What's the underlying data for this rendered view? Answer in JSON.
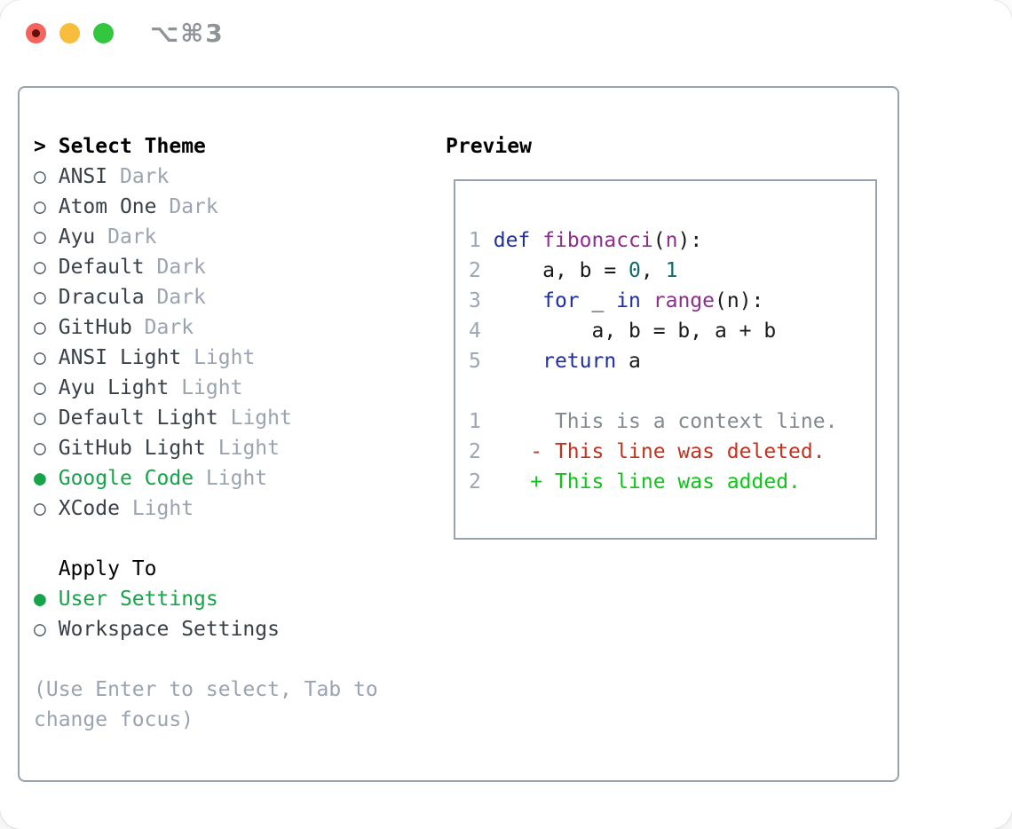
{
  "window": {
    "title": "⌥⌘3"
  },
  "glyphs": {
    "prompt": ">",
    "selected_bullet": "●",
    "unselected_bullet": "○"
  },
  "theme_list": {
    "header": "Select Theme",
    "items": [
      {
        "name": "ANSI",
        "variant": "Dark",
        "selected": false
      },
      {
        "name": "Atom One",
        "variant": "Dark",
        "selected": false
      },
      {
        "name": "Ayu",
        "variant": "Dark",
        "selected": false
      },
      {
        "name": "Default",
        "variant": "Dark",
        "selected": false
      },
      {
        "name": "Dracula",
        "variant": "Dark",
        "selected": false
      },
      {
        "name": "GitHub",
        "variant": "Dark",
        "selected": false
      },
      {
        "name": "ANSI Light",
        "variant": "Light",
        "selected": false
      },
      {
        "name": "Ayu Light",
        "variant": "Light",
        "selected": false
      },
      {
        "name": "Default Light",
        "variant": "Light",
        "selected": false
      },
      {
        "name": "GitHub Light",
        "variant": "Light",
        "selected": false
      },
      {
        "name": "Google Code",
        "variant": "Light",
        "selected": true
      },
      {
        "name": "XCode",
        "variant": "Light",
        "selected": false
      }
    ]
  },
  "apply_to": {
    "header": "Apply To",
    "options": [
      {
        "label": "User Settings",
        "selected": true
      },
      {
        "label": "Workspace Settings",
        "selected": false
      }
    ]
  },
  "help": {
    "line1": "(Use Enter to select, Tab to",
    "line2": "change focus)"
  },
  "preview": {
    "header": "Preview",
    "code_lines": [
      {
        "num": "1",
        "tokens": [
          [
            "def",
            "kw"
          ],
          [
            " ",
            "pl"
          ],
          [
            "fibonacci",
            "fn"
          ],
          [
            "(",
            "pl"
          ],
          [
            "n",
            "fn"
          ],
          [
            "):",
            "pl"
          ]
        ]
      },
      {
        "num": "2",
        "tokens": [
          [
            "    a, b = ",
            "pl"
          ],
          [
            "0",
            "num"
          ],
          [
            ", ",
            "pl"
          ],
          [
            "1",
            "num"
          ]
        ]
      },
      {
        "num": "3",
        "tokens": [
          [
            "    ",
            "pl"
          ],
          [
            "for",
            "kw"
          ],
          [
            " _ ",
            "pl"
          ],
          [
            "in",
            "kw"
          ],
          [
            " ",
            "pl"
          ],
          [
            "range",
            "fn"
          ],
          [
            "(n):",
            "pl"
          ]
        ]
      },
      {
        "num": "4",
        "tokens": [
          [
            "        a, b = b, a + b",
            "pl"
          ]
        ]
      },
      {
        "num": "5",
        "tokens": [
          [
            "    ",
            "pl"
          ],
          [
            "return",
            "kw"
          ],
          [
            " a",
            "pl"
          ]
        ]
      }
    ],
    "diff_lines": [
      {
        "num": "1",
        "marker": " ",
        "text": "This is a context line.",
        "kind": "context"
      },
      {
        "num": "2",
        "marker": "-",
        "text": "This line was deleted.",
        "kind": "deleted"
      },
      {
        "num": "2",
        "marker": "+",
        "text": "This line was added.",
        "kind": "added"
      }
    ]
  },
  "colors": {
    "selected_green": "#16a34a",
    "item_text": "#3a4048",
    "variant_text": "#9aa3af",
    "muted_text": "#9aa3af",
    "border": "#9aa3ad",
    "line_number": "#9aa6b4",
    "code_keyword": "#1f2fa0",
    "code_function": "#8b2f8b",
    "code_number": "#116b6b",
    "code_plain": "#1a1a1a",
    "diff_context": "#828a8f",
    "diff_deleted": "#c3331f",
    "diff_added": "#12c31c",
    "titlebar_text": "#909397",
    "light_red": "#f4635c",
    "light_yellow": "#f8bd3c",
    "light_green": "#32c73f"
  }
}
